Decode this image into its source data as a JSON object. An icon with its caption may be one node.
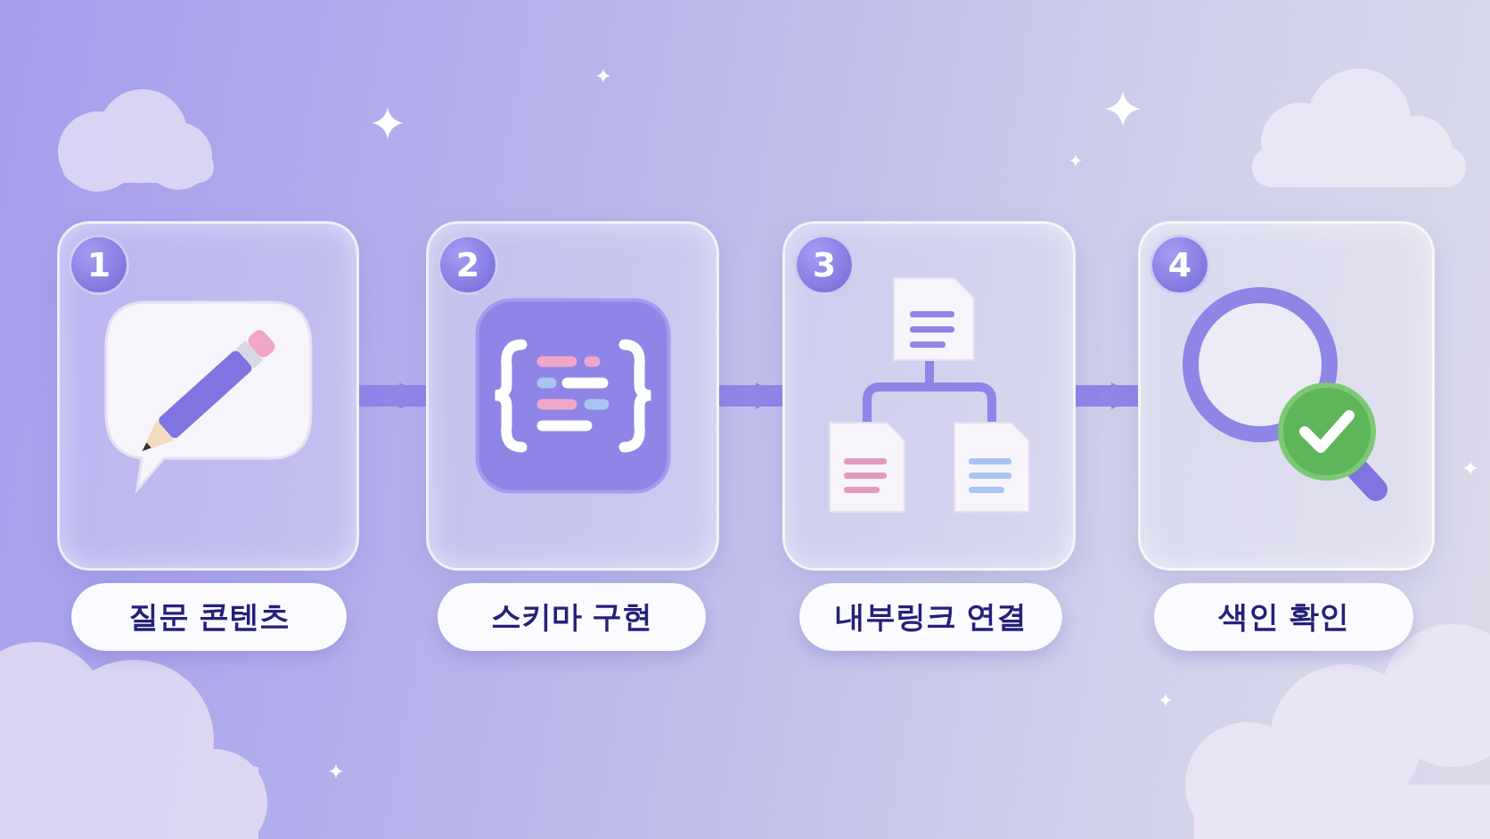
{
  "diagram": {
    "nodes": [
      {
        "text": [
          "1",
          "질문 콘텐츠"
        ]
      },
      {
        "text": [
          "2",
          "스키마 구현"
        ]
      },
      {
        "text": [
          "3",
          "내부링크 연결"
        ]
      },
      {
        "text": [
          "4",
          "색인 확인"
        ]
      }
    ],
    "edges": [
      {
        "from": 0,
        "to": 1,
        "arrow": "to"
      },
      {
        "from": 1,
        "to": 2,
        "arrow": "to"
      },
      {
        "from": 2,
        "to": 3,
        "arrow": "to"
      }
    ]
  }
}
